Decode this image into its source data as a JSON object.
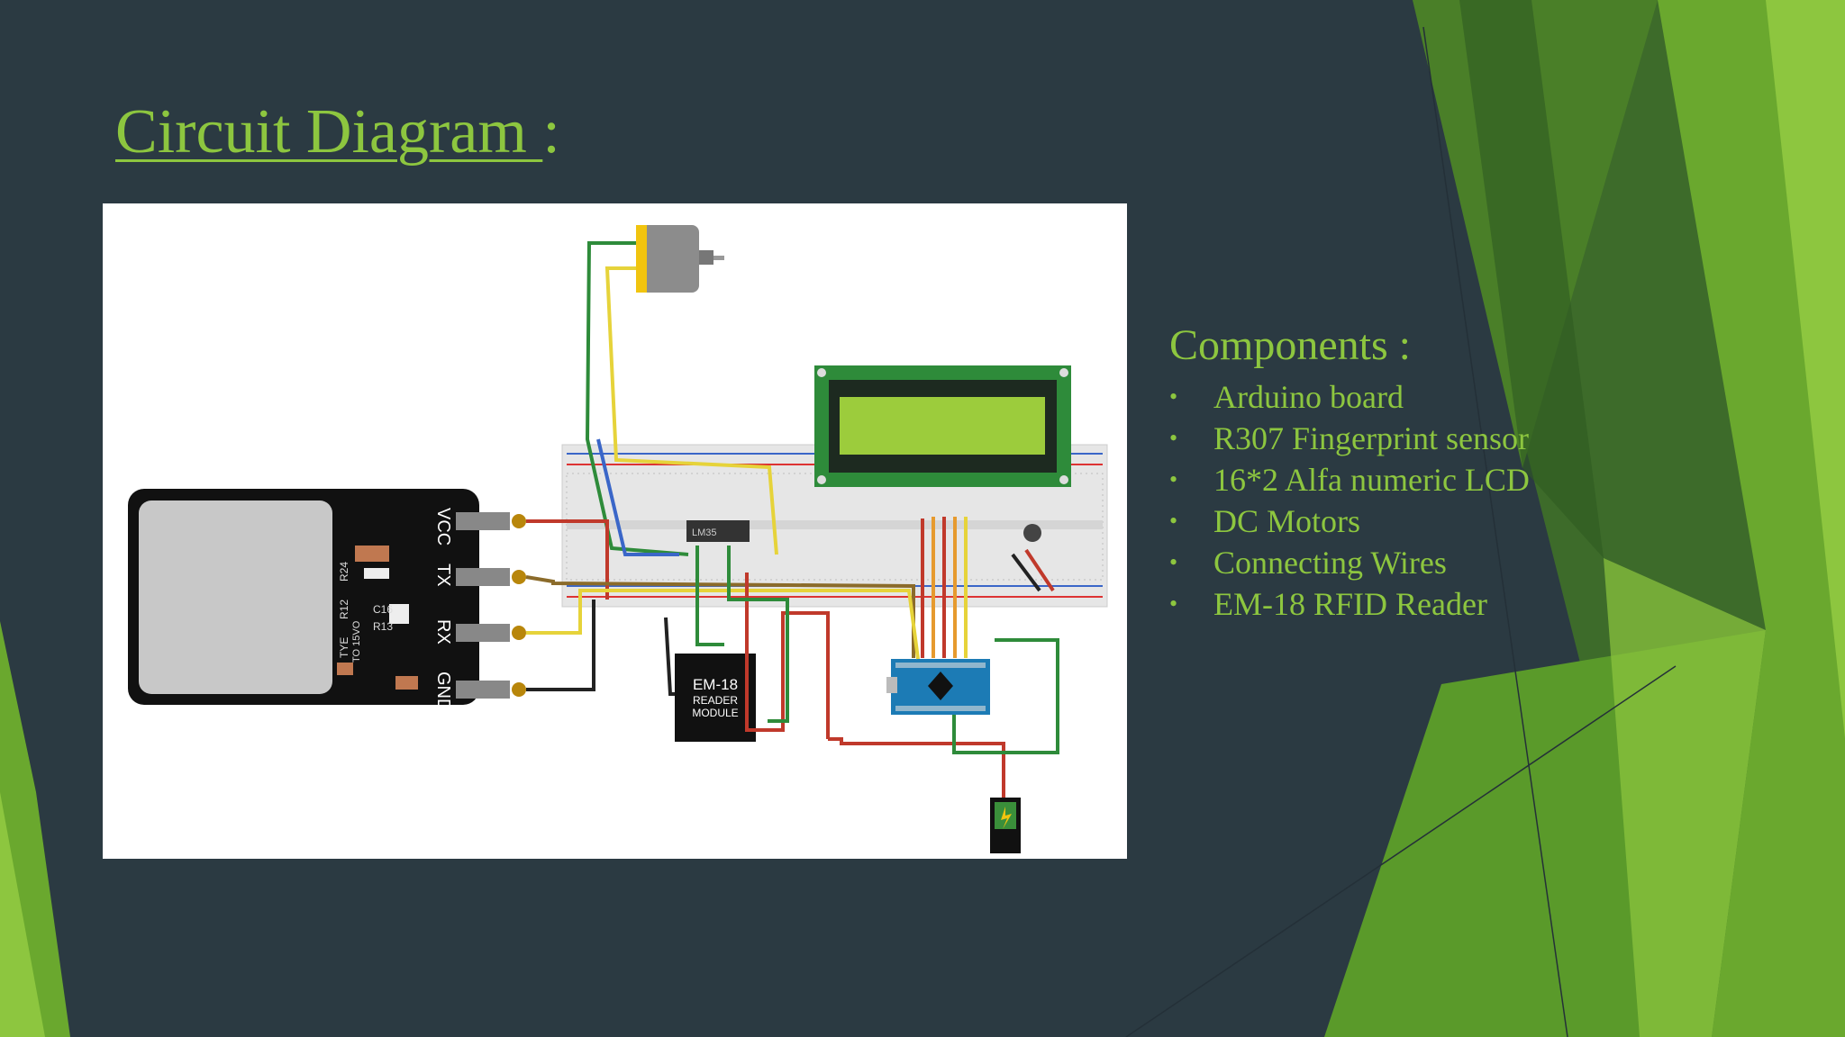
{
  "slide": {
    "title": "Circuit Diagram ",
    "title_suffix": ":",
    "accent_color": "#8dc63f",
    "background_color": "#2b3a42"
  },
  "diagram": {
    "sensor_pins": [
      "VCC",
      "TX",
      "RX",
      "GND"
    ],
    "sensor_pcb_labels": [
      "R24",
      "R12",
      "C16",
      "R13",
      "TYE",
      "TO 15VO"
    ],
    "rfid_module_label": [
      "EM-18",
      "READER",
      "MODULE"
    ],
    "ic_label": "LM35"
  },
  "components": {
    "heading": "Components :",
    "bullet_glyph": "•",
    "items": [
      "Arduino  board",
      "R307 Fingerprint sensor",
      "16*2 Alfa numeric LCD",
      "DC Motors",
      "Connecting Wires",
      "EM-18 RFID Reader"
    ]
  }
}
